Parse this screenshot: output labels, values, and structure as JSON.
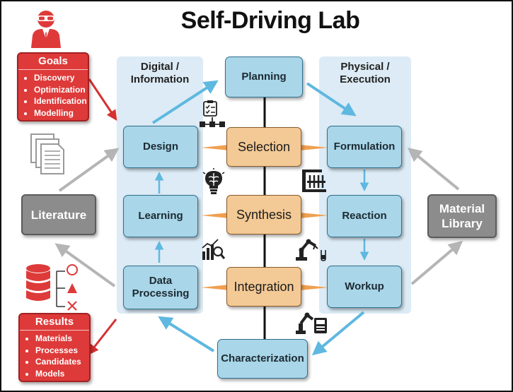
{
  "title": "Self-Driving Lab",
  "columns": {
    "digital": "Digital / Information",
    "physical": "Physical / Execution"
  },
  "goals": {
    "title": "Goals",
    "items": [
      "Discovery",
      "Optimization",
      "Identification",
      "Modelling"
    ]
  },
  "results": {
    "title": "Results",
    "items": [
      "Materials",
      "Processes",
      "Candidates",
      "Models"
    ]
  },
  "nodes": {
    "planning": "Planning",
    "design": "Design",
    "learning": "Learning",
    "data_processing": "Data Processing",
    "selection": "Selection",
    "synthesis": "Synthesis",
    "integration": "Integration",
    "formulation": "Formulation",
    "reaction": "Reaction",
    "workup": "Workup",
    "characterization": "Characterization",
    "literature": "Literature",
    "material_library": "Material Library"
  },
  "icons": {
    "user": "scientist-icon",
    "documents": "documents-icon",
    "database": "database-icon",
    "workflow": "workflow-icon",
    "brain": "brain-bulb-icon",
    "chart": "chart-magnifier-icon",
    "rack": "test-tube-rack-icon",
    "robot_arm": "robot-arm-icon",
    "robot_instrument": "robot-instrument-icon"
  },
  "colors": {
    "box_blue": "#a9d6e8",
    "box_orange": "#f3c995",
    "accent_red": "#de3a3a",
    "gray": "#8c8c8c",
    "arrow_blue": "#5fb8e0",
    "arrow_orange": "#f0a050",
    "column_bg": "#dcebf5"
  }
}
